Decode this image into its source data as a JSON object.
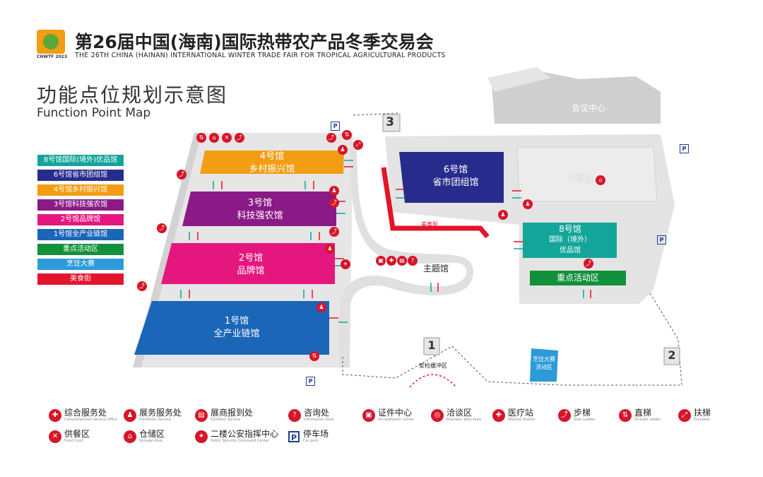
{
  "header": {
    "logo_text": "CHWTF 2023",
    "title_cn": "第26届中国(海南)国际热带农产品冬季交易会",
    "title_en": "THE 26TH CHINA (HAINAN) INTERNATIONAL WINTER TRADE FAIR FOR TROPICAL AGRICULTURAL PRODUCTS",
    "map_title_cn": "功能点位规划示意图",
    "map_title_en": "Function Point Map"
  },
  "legend": [
    {
      "label": "8号馆国际(境外)优品馆",
      "color": "#14a59a"
    },
    {
      "label": "6号馆省市团组馆",
      "color": "#272c8c"
    },
    {
      "label": "4号馆乡村振兴馆",
      "color": "#f29d12"
    },
    {
      "label": "3号馆科技强农馆",
      "color": "#8a1a86"
    },
    {
      "label": "2号馆品牌馆",
      "color": "#e5177f"
    },
    {
      "label": "1号馆全产业链馆",
      "color": "#1b66b8"
    },
    {
      "label": "重点活动区",
      "color": "#13903b"
    },
    {
      "label": "烹饪大赛",
      "color": "#2d9bd8"
    },
    {
      "label": "美食街",
      "color": "#e3152b"
    }
  ],
  "halls": {
    "hall4": {
      "num": "4号馆",
      "name": "乡村振兴馆"
    },
    "hall3": {
      "num": "3号馆",
      "name": "科技强农馆"
    },
    "hall2": {
      "num": "2号馆",
      "name": "品牌馆"
    },
    "hall1": {
      "num": "1号馆",
      "name": "全产业链馆"
    },
    "hall6": {
      "num": "6号馆",
      "name": "省市团组馆"
    },
    "hall7": {
      "num": "7号馆"
    },
    "hall8": {
      "num": "8号馆",
      "name1": "国际（境外）",
      "name2": "优品馆"
    },
    "activity": "重点活动区",
    "theme": "主题馆",
    "conference": "会议中心",
    "food_street": "美食街",
    "cooking": {
      "line1": "烹饪大赛",
      "line2": "活动区"
    },
    "security_zone": "安检缓冲区",
    "gate1": "1",
    "gate2": "2",
    "gate3": "3",
    "parking": "P"
  },
  "key": [
    {
      "label": "综合服务处",
      "sub": "Comprehensive Service Office",
      "icon": "service-icon",
      "glyph": "✚"
    },
    {
      "label": "展务服务处",
      "sub": "Exhibition Service",
      "icon": "exhibition-service-icon",
      "glyph": "♟"
    },
    {
      "label": "展商报到处",
      "sub": "Exhibitor Service",
      "icon": "registration-icon",
      "glyph": "▤"
    },
    {
      "label": "咨询处",
      "sub": "Information Desk",
      "icon": "question-icon",
      "glyph": "?"
    },
    {
      "label": "证件中心",
      "sub": "Accreditation Center",
      "icon": "id-card-icon",
      "glyph": "▣"
    },
    {
      "label": "洽谈区",
      "sub": "Business Talks Area",
      "icon": "talk-icon",
      "glyph": "◎"
    },
    {
      "label": "医疗站",
      "sub": "Medical Station",
      "icon": "medical-icon",
      "glyph": "✚"
    },
    {
      "label": "步梯",
      "sub": "Stair Ladder",
      "icon": "stairs-icon",
      "glyph": "⤴"
    },
    {
      "label": "直梯",
      "sub": "Straight ladder",
      "icon": "elevator-icon",
      "glyph": "⇅"
    },
    {
      "label": "扶梯",
      "sub": "Escalator",
      "icon": "escalator-icon",
      "glyph": "⤢"
    },
    {
      "label": "供餐区",
      "sub": "Food Court",
      "icon": "food-icon",
      "glyph": "✕"
    },
    {
      "label": "仓储区",
      "sub": "Storage Area",
      "icon": "storage-icon",
      "glyph": "⌂"
    },
    {
      "label": "二楼公安指挥中心",
      "sub": "Public Security Command Center",
      "icon": "police-icon",
      "glyph": "✦"
    },
    {
      "label": "停车场",
      "sub": "Car park",
      "icon": "parking-icon",
      "glyph": "P"
    }
  ]
}
